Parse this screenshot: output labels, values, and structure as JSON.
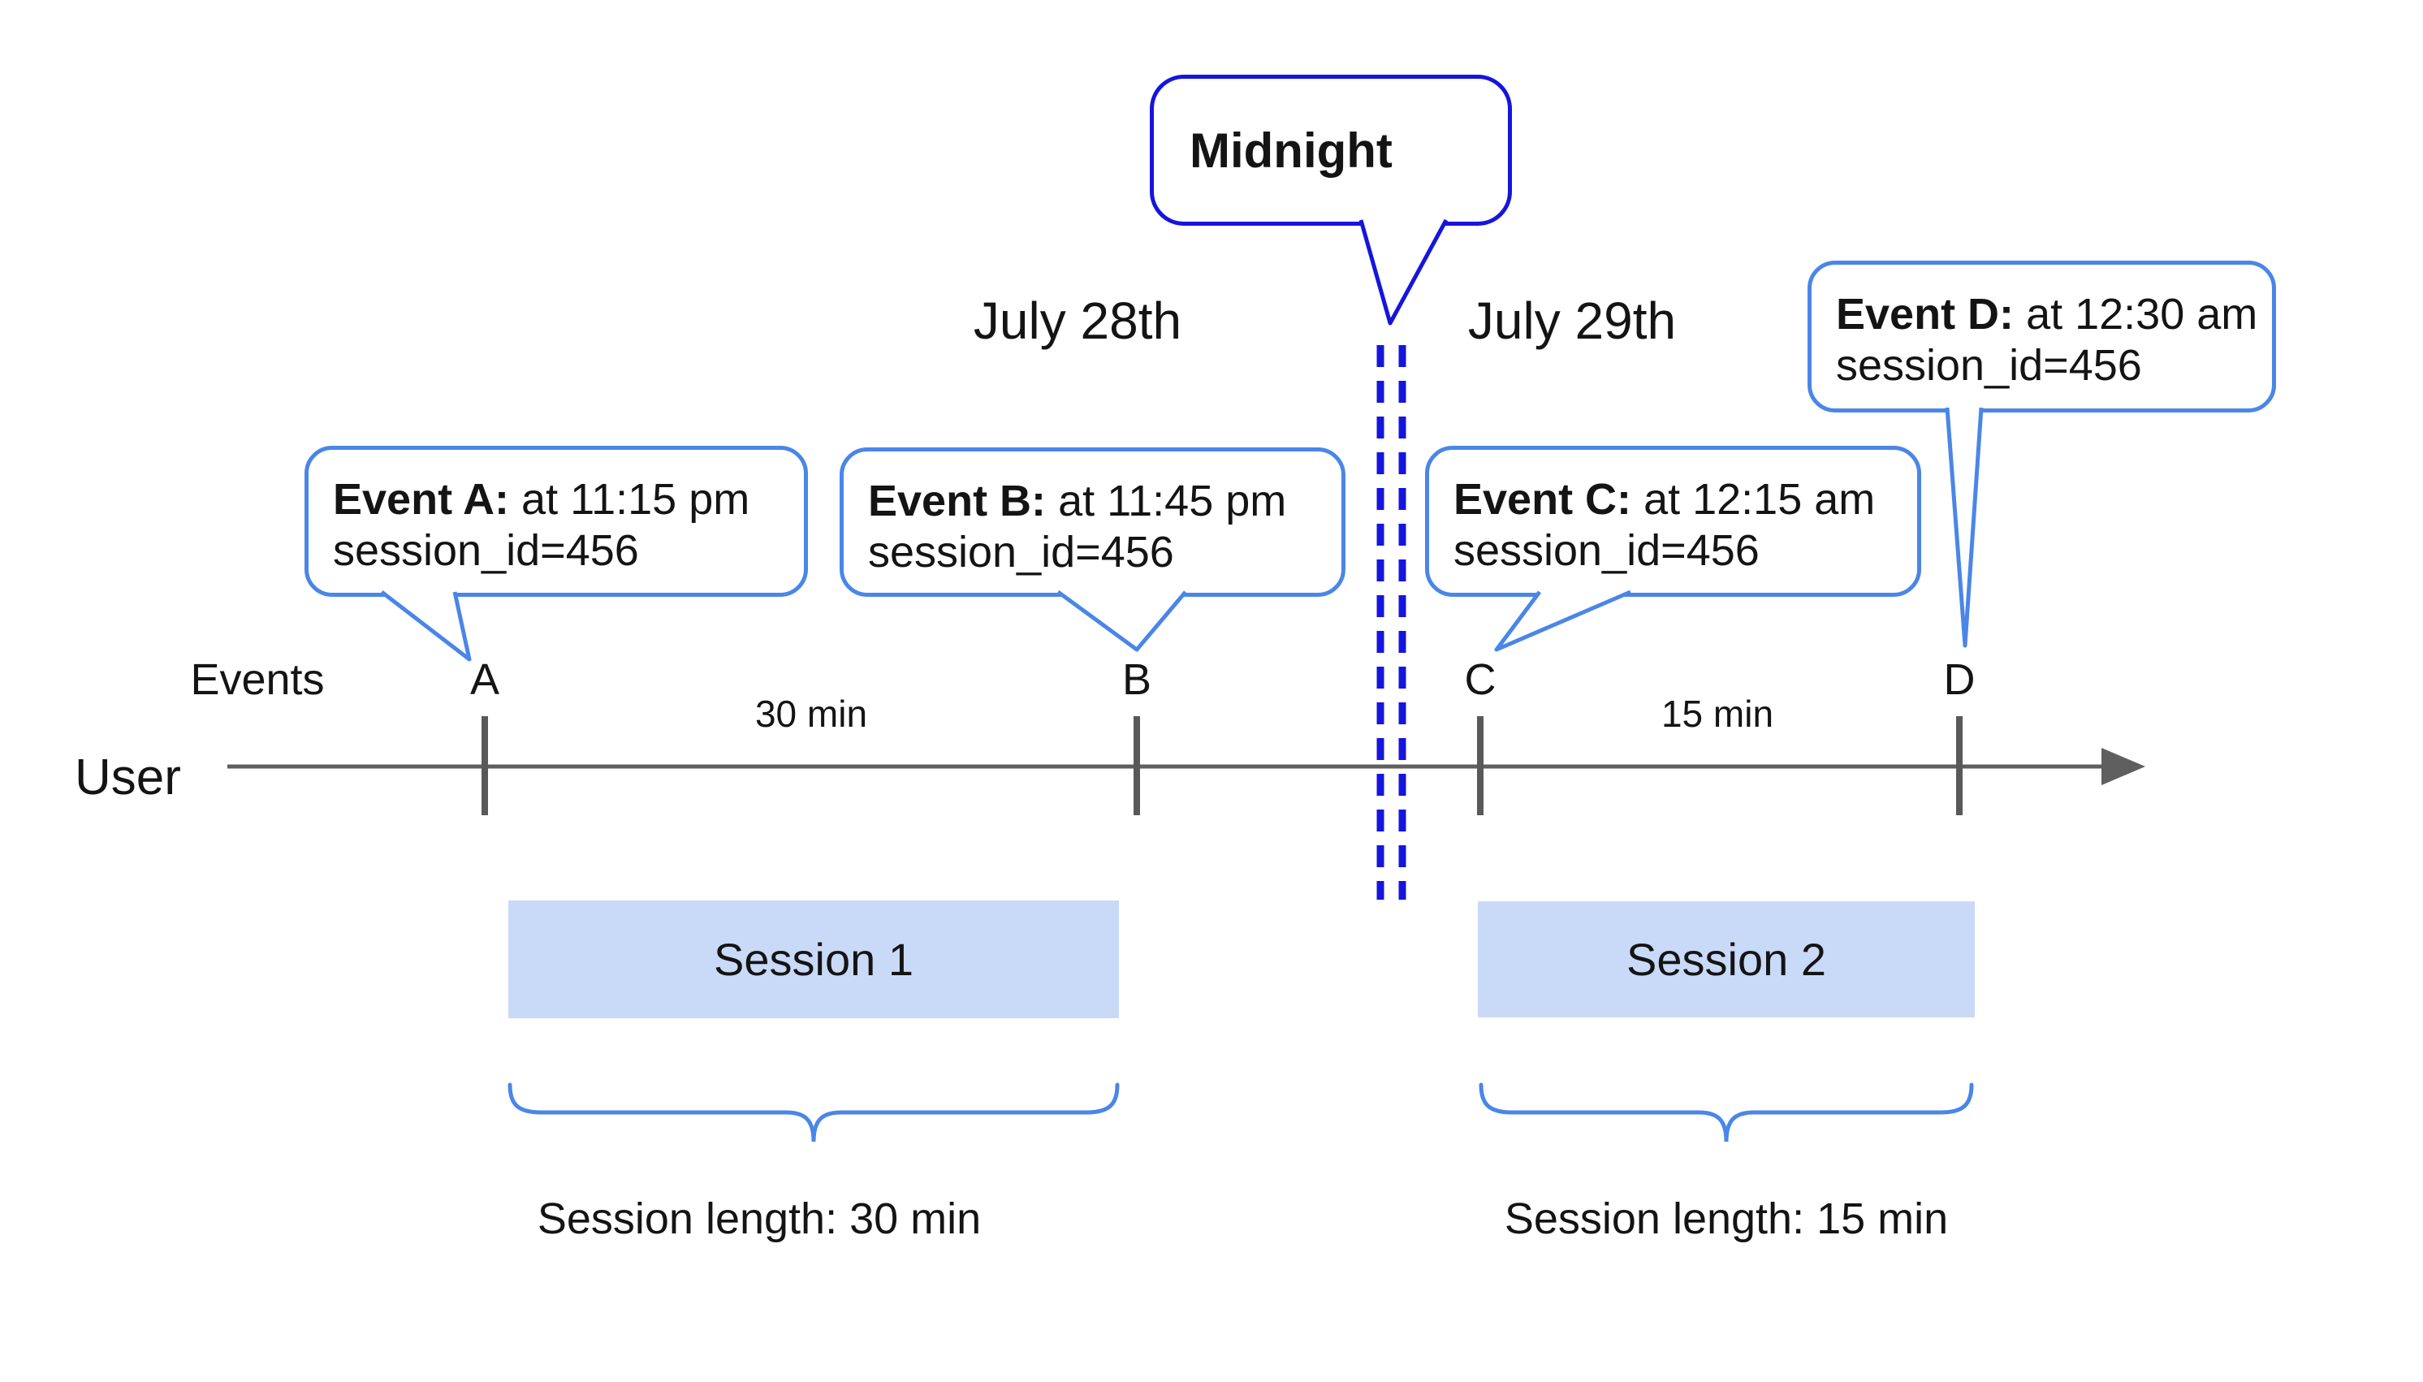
{
  "palette": {
    "callout_blue": "#4a86e8",
    "midnight_blue": "#1515dd",
    "session_fill": "#c9daf8",
    "axis_gray": "#5f5f5f",
    "tick_gray": "#595959",
    "text_black": "#141414",
    "background": "#ffffff"
  },
  "midnight": {
    "label": "Midnight"
  },
  "dates": {
    "before": "July 28th",
    "after": "July 29th"
  },
  "axis": {
    "events_label": "Events",
    "user_label": "User"
  },
  "intervals": {
    "ab": "30 min",
    "cd": "15 min"
  },
  "events": [
    {
      "marker": "A",
      "title": "Event A:",
      "time": "at 11:15 pm",
      "session": "session_id=456"
    },
    {
      "marker": "B",
      "title": "Event B:",
      "time": "at 11:45 pm",
      "session": "session_id=456"
    },
    {
      "marker": "C",
      "title": "Event C:",
      "time": "at 12:15 am",
      "session": "session_id=456"
    },
    {
      "marker": "D",
      "title": "Event D:",
      "time": "at 12:30 am",
      "session": "session_id=456"
    }
  ],
  "sessions": [
    {
      "label": "Session 1",
      "length": "Session length: 30 min"
    },
    {
      "label": "Session 2",
      "length": "Session length: 15 min"
    }
  ]
}
